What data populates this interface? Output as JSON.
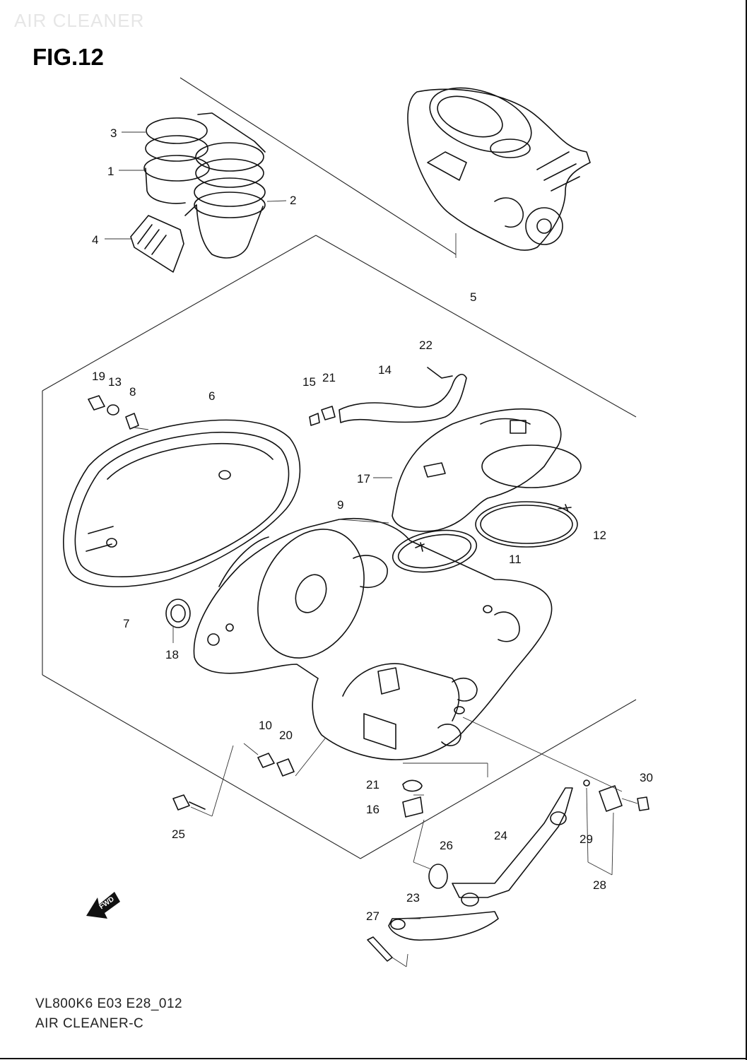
{
  "header": {
    "watermark": "AIR CLEANER",
    "figure_title": "FIG.12"
  },
  "footer": {
    "code": "VL800K6 E03 E28_012",
    "caption": "AIR CLEANER-C"
  },
  "fwd_label": "FWD",
  "callouts": [
    {
      "id": "c3",
      "label": "3"
    },
    {
      "id": "c1",
      "label": "1"
    },
    {
      "id": "c2",
      "label": "2"
    },
    {
      "id": "c4",
      "label": "4"
    },
    {
      "id": "c5",
      "label": "5"
    },
    {
      "id": "c22",
      "label": "22"
    },
    {
      "id": "c14",
      "label": "14"
    },
    {
      "id": "c15",
      "label": "15"
    },
    {
      "id": "c21a",
      "label": "21"
    },
    {
      "id": "c19",
      "label": "19"
    },
    {
      "id": "c13",
      "label": "13"
    },
    {
      "id": "c8",
      "label": "8"
    },
    {
      "id": "c6",
      "label": "6"
    },
    {
      "id": "c17",
      "label": "17"
    },
    {
      "id": "c9",
      "label": "9"
    },
    {
      "id": "c12",
      "label": "12"
    },
    {
      "id": "c11",
      "label": "11"
    },
    {
      "id": "c7",
      "label": "7"
    },
    {
      "id": "c18",
      "label": "18"
    },
    {
      "id": "c10",
      "label": "10"
    },
    {
      "id": "c20",
      "label": "20"
    },
    {
      "id": "c21b",
      "label": "21"
    },
    {
      "id": "c16",
      "label": "16"
    },
    {
      "id": "c25",
      "label": "25"
    },
    {
      "id": "c30",
      "label": "30"
    },
    {
      "id": "c29",
      "label": "29"
    },
    {
      "id": "c24",
      "label": "24"
    },
    {
      "id": "c26",
      "label": "26"
    },
    {
      "id": "c28",
      "label": "28"
    },
    {
      "id": "c23",
      "label": "23"
    },
    {
      "id": "c27",
      "label": "27"
    }
  ]
}
